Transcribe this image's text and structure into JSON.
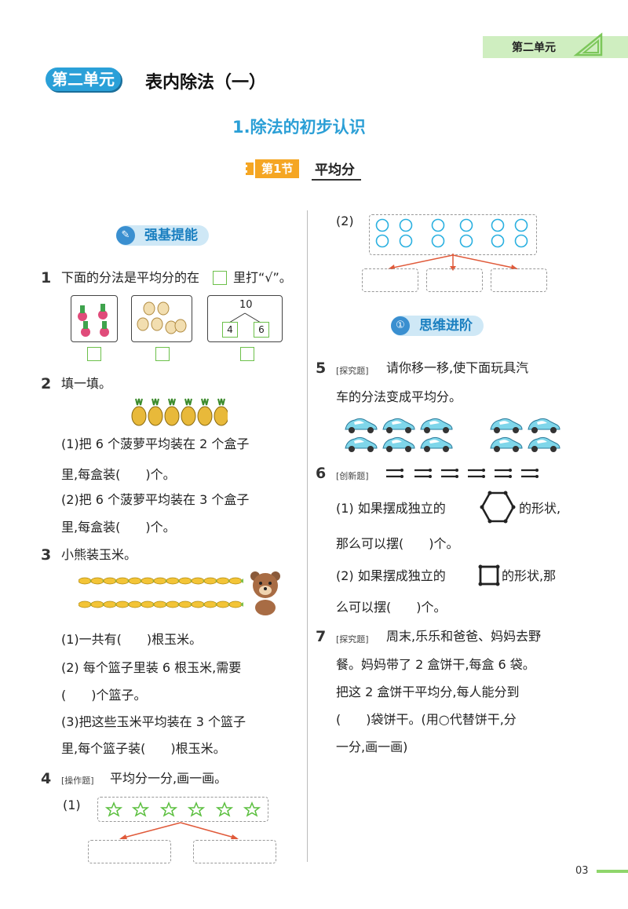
{
  "header": {
    "unit_tag": "第二单元"
  },
  "unit": {
    "badge": "第二单元",
    "title": "表内除法（一）"
  },
  "lesson": {
    "title": "1.除法的初步认识"
  },
  "section": {
    "tag": "第1节",
    "name": "平均分"
  },
  "banners": {
    "basic": "强基提能",
    "advanced": "思维进阶"
  },
  "q1": {
    "num": "1",
    "text": "下面的分法是平均分的在",
    "text2": "里打“√”。",
    "total": "10",
    "part_a": "4",
    "part_b": "6"
  },
  "q2": {
    "num": "2",
    "text": "填一填。",
    "p1_l1": "(1)把 6 个菠萝平均装在 2 个盒子",
    "p1_l2": "里,每盒装(　　)个。",
    "p2_l1": "(2)把 6 个菠萝平均装在 3 个盒子",
    "p2_l2": "里,每盒装(　　)个。"
  },
  "q3": {
    "num": "3",
    "text": "小熊装玉米。",
    "p1": "(1)一共有(　　)根玉米。",
    "p2_l1": "(2) 每个篮子里装 6 根玉米,需要",
    "p2_l2": "(　　)个篮子。",
    "p3_l1": "(3)把这些玉米平均装在 3 个篮子",
    "p3_l2": "里,每个篮子装(　　)根玉米。"
  },
  "q4": {
    "num": "4",
    "tag": "[操作题]",
    "text": "平均分一分,画一画。",
    "p1": "(1)",
    "p2": "(2)"
  },
  "q5": {
    "num": "5",
    "tag": "[探究题]",
    "text_l1": "请你移一移,使下面玩具汽",
    "text_l2": "车的分法变成平均分。"
  },
  "q6": {
    "num": "6",
    "tag": "[创新题]",
    "p1_a": "(1) 如果摆成独立的",
    "p1_b": "的形状,",
    "p1_c": "那么可以摆(　　)个。",
    "p2_a": "(2) 如果摆成独立的",
    "p2_b": "的形状,那",
    "p2_c": "么可以摆(　　)个。"
  },
  "q7": {
    "num": "7",
    "tag": "[探究题]",
    "l1": "周末,乐乐和爸爸、妈妈去野",
    "l2": "餐。妈妈带了 2 盒饼干,每盒 6 袋。",
    "l3": "把这 2 盒饼干平均分,每人能分到",
    "l4": "(　　)袋饼干。(用○代替饼干,分",
    "l5": "一分,画一画)"
  },
  "footer": {
    "page": "03"
  },
  "colors": {
    "accent_blue": "#2aa0d8",
    "accent_orange": "#f5a623",
    "accent_green": "#8fd66b"
  }
}
